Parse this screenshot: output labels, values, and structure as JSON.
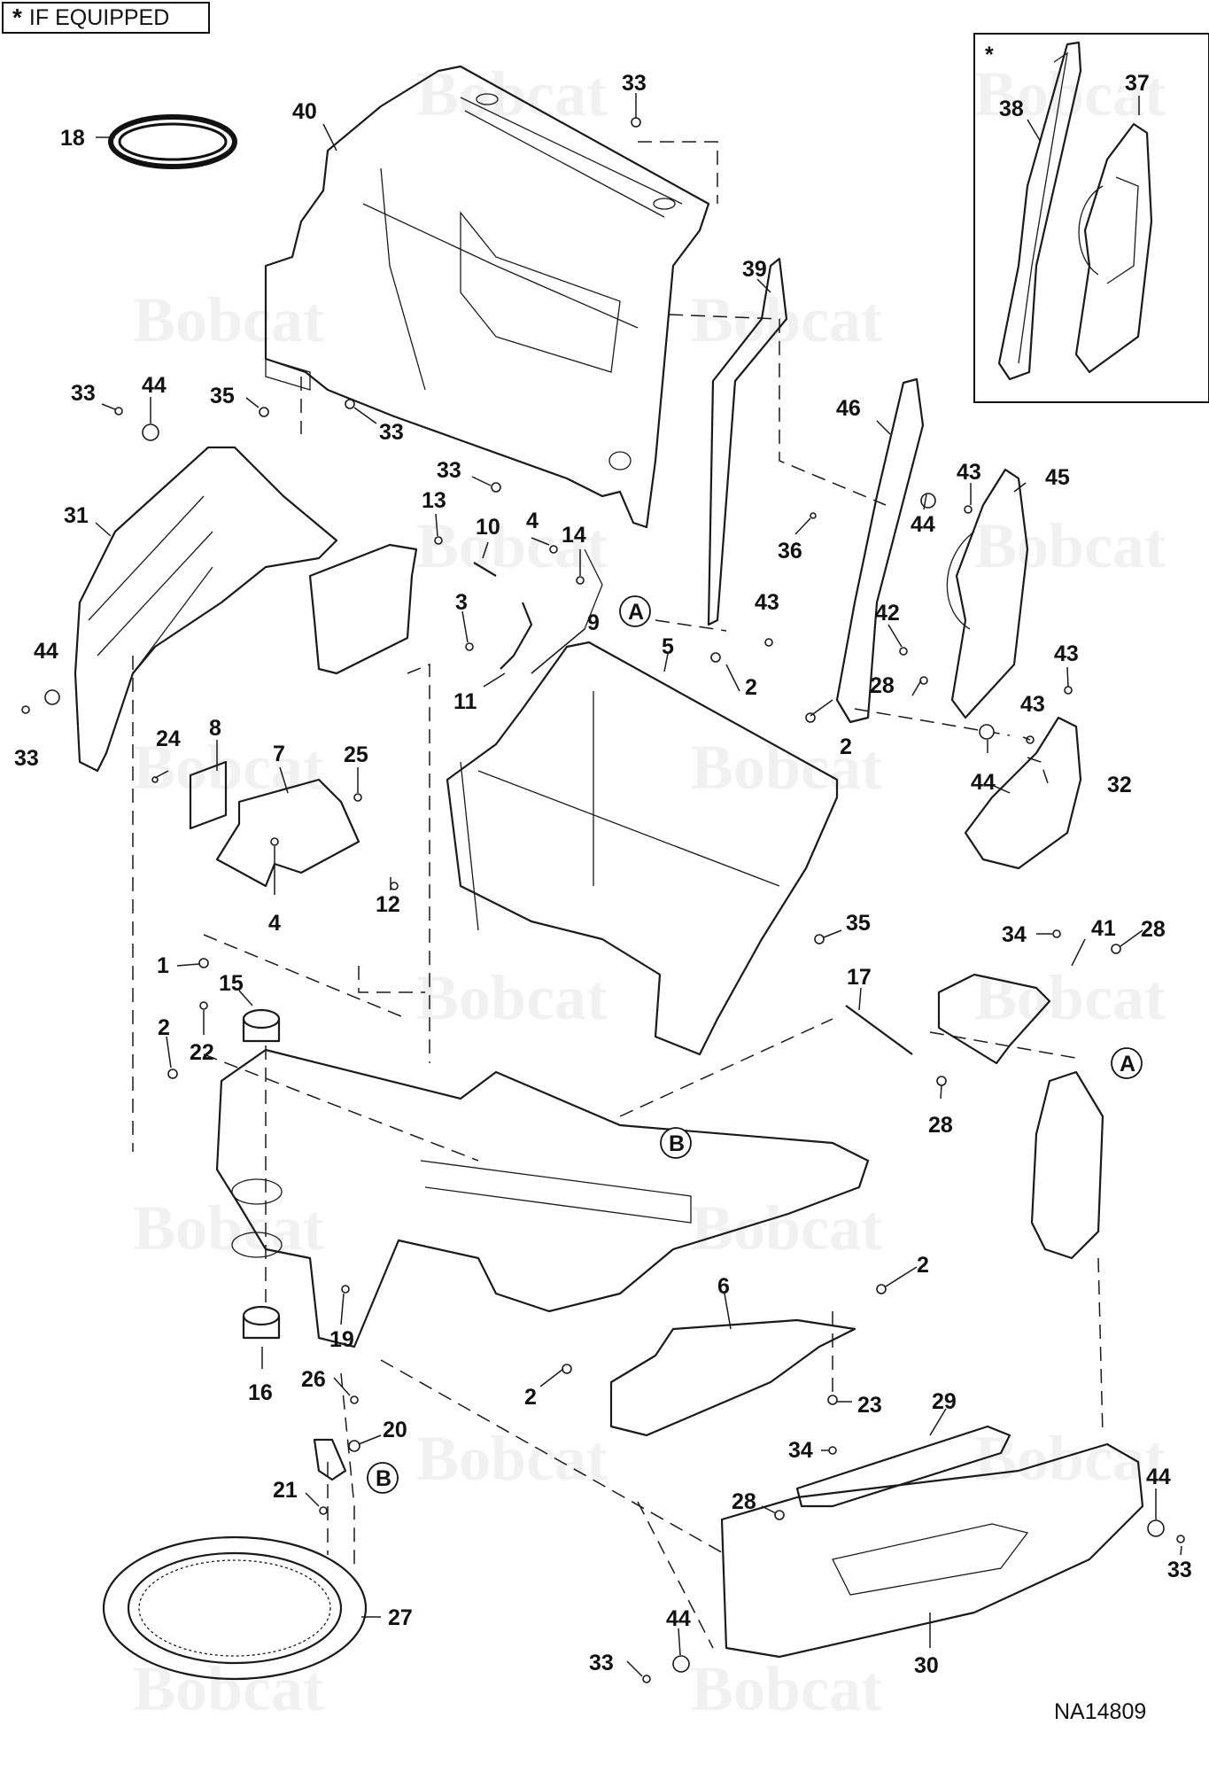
{
  "legend": {
    "symbol": "*",
    "text": "IF EQUIPPED"
  },
  "drawing_number": "NA14809",
  "watermark": {
    "brand": "Bobcat",
    "color": "#f1f1f1"
  },
  "inset": {
    "marker": "*"
  },
  "callouts": [
    {
      "id": "c18",
      "text": "18"
    },
    {
      "id": "c40",
      "text": "40"
    },
    {
      "id": "c33a",
      "text": "33"
    },
    {
      "id": "c39",
      "text": "39"
    },
    {
      "id": "c38",
      "text": "38"
    },
    {
      "id": "c37",
      "text": "37"
    },
    {
      "id": "c33b",
      "text": "33"
    },
    {
      "id": "c44a",
      "text": "44"
    },
    {
      "id": "c35a",
      "text": "35"
    },
    {
      "id": "c33c",
      "text": "33"
    },
    {
      "id": "c33d",
      "text": "33"
    },
    {
      "id": "c46",
      "text": "46"
    },
    {
      "id": "c43a",
      "text": "43"
    },
    {
      "id": "c45",
      "text": "45"
    },
    {
      "id": "c31",
      "text": "31"
    },
    {
      "id": "c13",
      "text": "13"
    },
    {
      "id": "c10",
      "text": "10"
    },
    {
      "id": "c4a",
      "text": "4"
    },
    {
      "id": "c14",
      "text": "14"
    },
    {
      "id": "c36",
      "text": "36"
    },
    {
      "id": "c44b",
      "text": "44"
    },
    {
      "id": "c3",
      "text": "3"
    },
    {
      "id": "c9",
      "text": "9"
    },
    {
      "id": "c43b",
      "text": "43"
    },
    {
      "id": "c42",
      "text": "42"
    },
    {
      "id": "c44c",
      "text": "44"
    },
    {
      "id": "c5",
      "text": "5"
    },
    {
      "id": "c11",
      "text": "11"
    },
    {
      "id": "c2a",
      "text": "2"
    },
    {
      "id": "c28a",
      "text": "28"
    },
    {
      "id": "c43c",
      "text": "43"
    },
    {
      "id": "c33e",
      "text": "33"
    },
    {
      "id": "c24",
      "text": "24"
    },
    {
      "id": "c8",
      "text": "8"
    },
    {
      "id": "c7",
      "text": "7"
    },
    {
      "id": "c25",
      "text": "25"
    },
    {
      "id": "c2b",
      "text": "2"
    },
    {
      "id": "c43d",
      "text": "43"
    },
    {
      "id": "c44d",
      "text": "44"
    },
    {
      "id": "c32",
      "text": "32"
    },
    {
      "id": "c4b",
      "text": "4"
    },
    {
      "id": "c12",
      "text": "12"
    },
    {
      "id": "c34a",
      "text": "34"
    },
    {
      "id": "c35b",
      "text": "35"
    },
    {
      "id": "c41",
      "text": "41"
    },
    {
      "id": "c28b",
      "text": "28"
    },
    {
      "id": "c1",
      "text": "1"
    },
    {
      "id": "c15",
      "text": "15"
    },
    {
      "id": "c17",
      "text": "17"
    },
    {
      "id": "c2c",
      "text": "2"
    },
    {
      "id": "c22",
      "text": "22"
    },
    {
      "id": "c28c",
      "text": "28"
    },
    {
      "id": "c19",
      "text": "19"
    },
    {
      "id": "c2d",
      "text": "2"
    },
    {
      "id": "c6",
      "text": "6"
    },
    {
      "id": "c16",
      "text": "16"
    },
    {
      "id": "c2e",
      "text": "2"
    },
    {
      "id": "c26",
      "text": "26"
    },
    {
      "id": "c23",
      "text": "23"
    },
    {
      "id": "c29",
      "text": "29"
    },
    {
      "id": "c20",
      "text": "20"
    },
    {
      "id": "c34b",
      "text": "34"
    },
    {
      "id": "c44e",
      "text": "44"
    },
    {
      "id": "c21",
      "text": "21"
    },
    {
      "id": "c28d",
      "text": "28"
    },
    {
      "id": "c33f",
      "text": "33"
    },
    {
      "id": "c27",
      "text": "27"
    },
    {
      "id": "c44f",
      "text": "44"
    },
    {
      "id": "c33g",
      "text": "33"
    },
    {
      "id": "c30",
      "text": "30"
    }
  ],
  "references": [
    {
      "id": "refA1",
      "text": "A"
    },
    {
      "id": "refA2",
      "text": "A"
    },
    {
      "id": "refB1",
      "text": "B"
    },
    {
      "id": "refB2",
      "text": "B"
    }
  ]
}
